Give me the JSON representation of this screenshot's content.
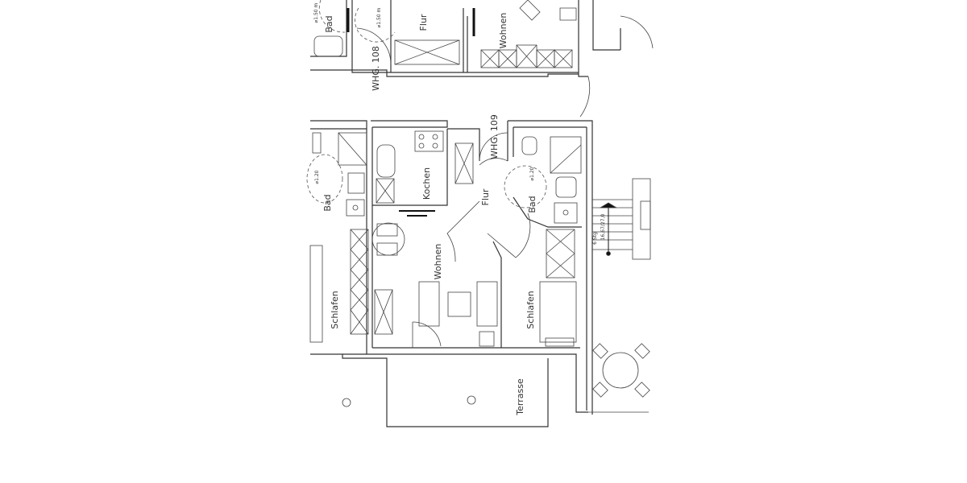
{
  "plan": {
    "units": {
      "whg108": "WHG. 108",
      "whg109": "WHG. 109"
    },
    "rooms": {
      "bad_top": "Bad",
      "flur_top": "Flur",
      "wohnen_top": "Wohnen",
      "kochen": "Kochen",
      "flur": "Flur",
      "bad_109": "Bad",
      "bad_left": "Bad",
      "wohnen": "Wohnen",
      "schlafen_left": "Schlafen",
      "schlafen": "Schlafen",
      "terrasse": "Terrasse"
    },
    "dimensions": {
      "turn_150_a": "⌀1.50 m",
      "turn_150_b": "⌀1.50 m",
      "turn_120_a": "⌀1.20",
      "turn_120_b": "⌀1.20"
    },
    "stair": {
      "steps": "6 Stg",
      "rise_run": "16,67/27,0"
    }
  }
}
